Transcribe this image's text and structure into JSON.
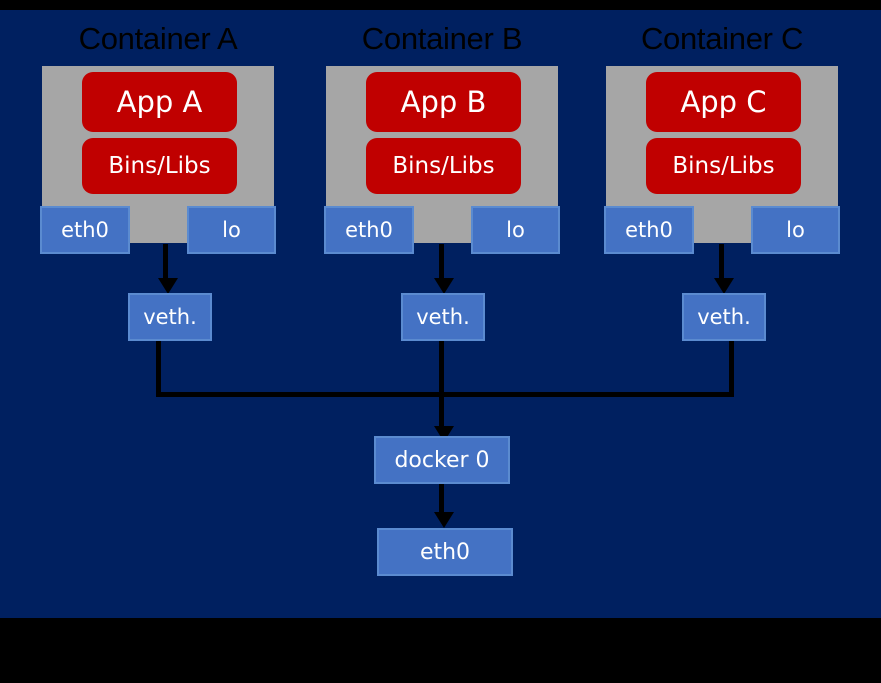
{
  "diagram": {
    "title_hidden": "",
    "background_color": "#002060",
    "letterbox_color": "#000000",
    "container_fill": "#A6A6A6",
    "app_fill": "#C00000",
    "interface_fill": "#4472C4",
    "connector_color": "#000000"
  },
  "containers": [
    {
      "title": "Container A",
      "app": "App A",
      "libs": "Bins/Libs",
      "eth": "eth0",
      "lo": "lo",
      "veth": "veth."
    },
    {
      "title": "Container B",
      "app": "App B",
      "libs": "Bins/Libs",
      "eth": "eth0",
      "lo": "lo",
      "veth": "veth."
    },
    {
      "title": "Container C",
      "app": "App C",
      "libs": "Bins/Libs",
      "eth": "eth0",
      "lo": "lo",
      "veth": "veth."
    }
  ],
  "host": {
    "bridge": "docker 0",
    "nic": "eth0"
  }
}
